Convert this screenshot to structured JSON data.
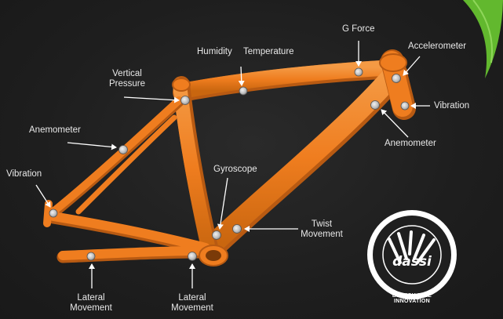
{
  "labels": {
    "g_force": "G Force",
    "accelerometer": "Accelerometer",
    "humidity": "Humidity",
    "temperature": "Temperature",
    "vertical_pressure": [
      "Vertical",
      "Pressure"
    ],
    "vibration_right": "Vibration",
    "anemometer_right": "Anemometer",
    "anemometer_left": "Anemometer",
    "vibration_left": "Vibration",
    "gyroscope": "Gyroscope",
    "twist_movement": [
      "Twist",
      "Movement"
    ],
    "lateral_movement_left": [
      "Lateral",
      "Movement"
    ],
    "lateral_movement_right": [
      "Lateral",
      "Movement"
    ]
  },
  "logo": {
    "brand": "dassi",
    "tagline": "BRITISH BIKE INNOVATION"
  },
  "colors": {
    "background": "#1f1f1f",
    "frame": "#ef7d1f",
    "frame_shadow": "#b85a12",
    "text": "#e8e8e8",
    "accent_green": "#62b82e",
    "sensor": "#cfcfcf"
  }
}
